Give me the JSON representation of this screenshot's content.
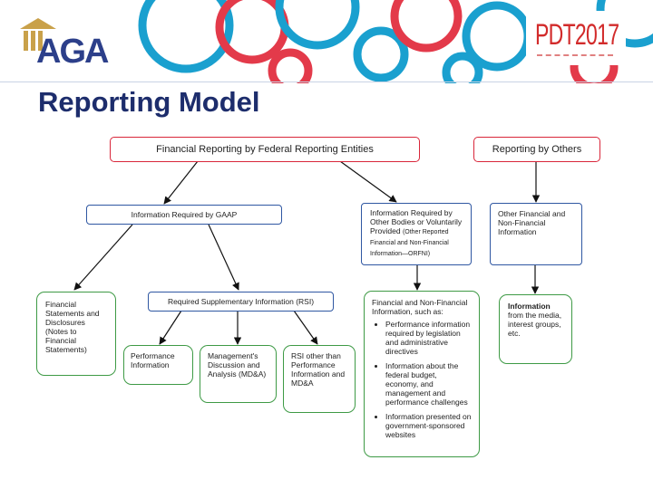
{
  "page": {
    "title": "Reporting Model",
    "logo_text": "AGA",
    "event_text": "PDT2017"
  },
  "diagram": {
    "top_left": "Financial Reporting by Federal Reporting Entities",
    "top_right": "Reporting by Others",
    "gaap": "Information Required by GAAP",
    "other_bodies": {
      "main": "Information Required by Other Bodies or Voluntarily Provided",
      "note": "(Other Reported Financial and Non-Financial Information—ORFNI)"
    },
    "other_financial": "Other Financial and Non-Financial Information",
    "financial_statements": "Financial Statements and Disclosures (Notes to Financial Statements)",
    "rsi": "Required Supplementary Information (RSI)",
    "performance_info": "Performance Information",
    "mda": "Management's Discussion and Analysis (MD&A)",
    "rsi_other": "RSI other than Performance Information and MD&A",
    "fin_nonfin": {
      "title": "Financial and Non-Financial Information, such as:",
      "bullets": [
        "Performance information required by legislation and administrative directives",
        "Information about the federal budget, economy, and management and performance challenges",
        "Information presented on government-sponsored websites"
      ]
    },
    "media": {
      "title": "Information",
      "rest": "from the media, interest groups, etc."
    }
  },
  "colors": {
    "red_border": "#d9263a",
    "blue_border": "#2f57a2",
    "green_border": "#3e9a45",
    "title_color": "#1d2d6c"
  }
}
